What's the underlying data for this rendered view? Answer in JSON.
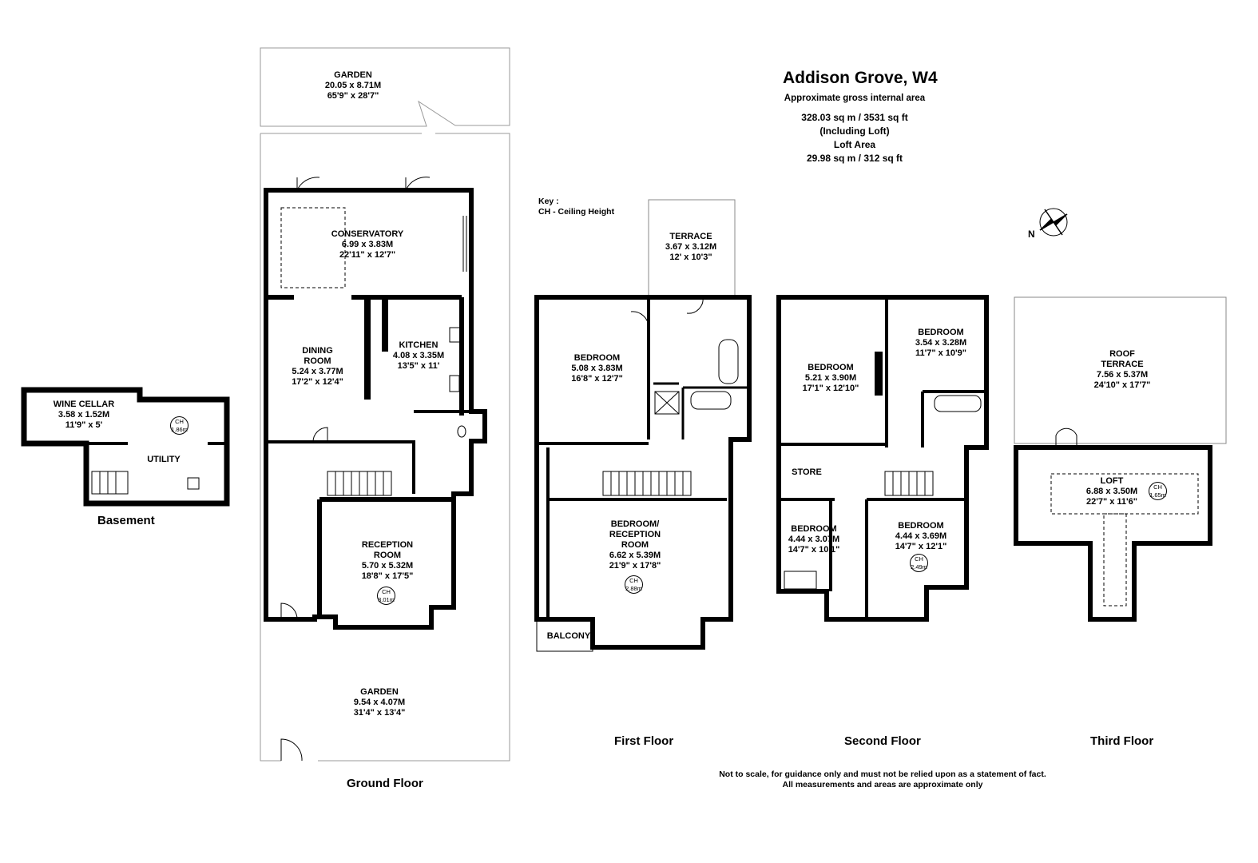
{
  "header": {
    "title": "Addison Grove, W4",
    "area_label": "Approximate gross internal area",
    "total_area": "328.03 sq m /  3531 sq ft",
    "including_loft": "(Including Loft)",
    "loft_area_label": "Loft Area",
    "loft_area": "29.98 sq m /  312 sq ft"
  },
  "key": {
    "title": "Key :",
    "entry": "CH - Ceiling Height"
  },
  "compass": {
    "label": "N"
  },
  "floors": {
    "basement": "Basement",
    "ground": "Ground Floor",
    "first": "First Floor",
    "second": "Second Floor",
    "third": "Third Floor"
  },
  "rooms": {
    "garden_rear": {
      "name": "GARDEN",
      "metric": "20.05 x 8.71M",
      "imperial": "65'9\" x 28'7\""
    },
    "conservatory": {
      "name": "CONSERVATORY",
      "metric": "6.99 x 3.83M",
      "imperial": "22'11\" x 12'7\""
    },
    "dining": {
      "name1": "DINING",
      "name2": "ROOM",
      "metric": "5.24 x 3.77M",
      "imperial": "17'2\" x 12'4\""
    },
    "kitchen": {
      "name": "KITCHEN",
      "metric": "4.08 x 3.35M",
      "imperial": "13'5\" x 11'"
    },
    "reception": {
      "name1": "RECEPTION",
      "name2": "ROOM",
      "metric": "5.70 x 5.32M",
      "imperial": "18'8\" x 17'5\"",
      "ch": "3.01m"
    },
    "garden_front": {
      "name": "GARDEN",
      "metric": "9.54 x 4.07M",
      "imperial": "31'4\" x 13'4\""
    },
    "wine_cellar": {
      "name": "WINE CELLAR",
      "metric": "3.58 x 1.52M",
      "imperial": "11'9\" x 5'",
      "ch": "1.86m"
    },
    "utility": {
      "name": "UTILITY"
    },
    "terrace": {
      "name": "TERRACE",
      "metric": "3.67 x 3.12M",
      "imperial": "12' x 10'3\""
    },
    "first_bedroom": {
      "name": "BEDROOM",
      "metric": "5.08 x 3.83M",
      "imperial": "16'8\" x 12'7\""
    },
    "first_bed_reception": {
      "name1": "BEDROOM/",
      "name2": "RECEPTION",
      "name3": "ROOM",
      "metric": "6.62 x 5.39M",
      "imperial": "21'9\" x 17'8\"",
      "ch": "2.88m"
    },
    "balcony": {
      "name": "BALCONY"
    },
    "second_bedroom_a": {
      "name": "BEDROOM",
      "metric": "5.21 x 3.90M",
      "imperial": "17'1\" x 12'10\""
    },
    "second_bedroom_b": {
      "name": "BEDROOM",
      "metric": "3.54 x 3.28M",
      "imperial": "11'7\" x 10'9\""
    },
    "store": {
      "name": "STORE"
    },
    "second_bedroom_c": {
      "name": "BEDROOM",
      "metric": "4.44 x 3.07M",
      "imperial": "14'7\" x 10'1\""
    },
    "second_bedroom_d": {
      "name": "BEDROOM",
      "metric": "4.44 x 3.69M",
      "imperial": "14'7\" x 12'1\"",
      "ch": "2.49m"
    },
    "roof_terrace": {
      "name1": "ROOF",
      "name2": "TERRACE",
      "metric": "7.56 x 5.37M",
      "imperial": "24'10\" x 17'7\""
    },
    "loft": {
      "name": "LOFT",
      "metric": "6.88 x 3.50M",
      "imperial": "22'7\" x 11'6\"",
      "ch": "1.65m"
    }
  },
  "ch_label": "CH",
  "notes": {
    "line1": "Not to scale, for guidance only and must not be relied upon as a statement of fact.",
    "line2": "All measurements and areas are approximate only"
  }
}
